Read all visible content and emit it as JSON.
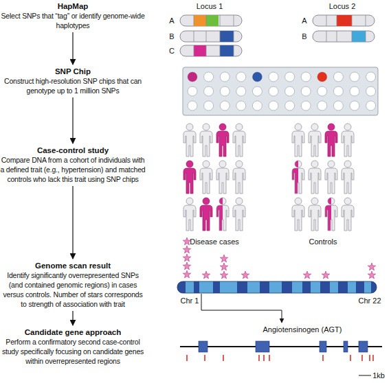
{
  "diagram": {
    "nodes": [
      {
        "text": [
          "HapMap",
          "Select SNPs that “tag” or identify genome-wide haplotypes"
        ]
      },
      {
        "text": [
          "SNP Chip",
          "Construct high-resolution SNP chips that can genotype up to 1 million SNPs"
        ]
      },
      {
        "text": [
          "Case-control study",
          "Compare DNA from a cohort of individuals with a defined trait (e.g., hypertension) and matched controls who lack this trait using SNP chips"
        ]
      },
      {
        "text": [
          "Genome scan result",
          "Identify significantly overrepresented SNPs (and contained genomic regions) in cases versus controls. Number of stars corresponds to strength of association with trait"
        ]
      },
      {
        "text": [
          "Candidate gene approach",
          "Perform a confirmatory second case-control study specifically focusing on candidate genes within overrepresented regions"
        ]
      }
    ],
    "edges": [
      {
        "from": 0,
        "to": 1,
        "arrow": "to"
      },
      {
        "from": 1,
        "to": 2,
        "arrow": "to"
      },
      {
        "from": 2,
        "to": 3,
        "arrow": "to"
      },
      {
        "from": 3,
        "to": 4,
        "arrow": "to"
      }
    ],
    "labels": [
      "Locus 1",
      "Locus 2",
      "A",
      "B",
      "C",
      "A",
      "B",
      "Disease cases",
      "Controls",
      "Chr 1",
      "Chr 22",
      "Angiotensinogen (AGT)",
      "1kb"
    ]
  }
}
